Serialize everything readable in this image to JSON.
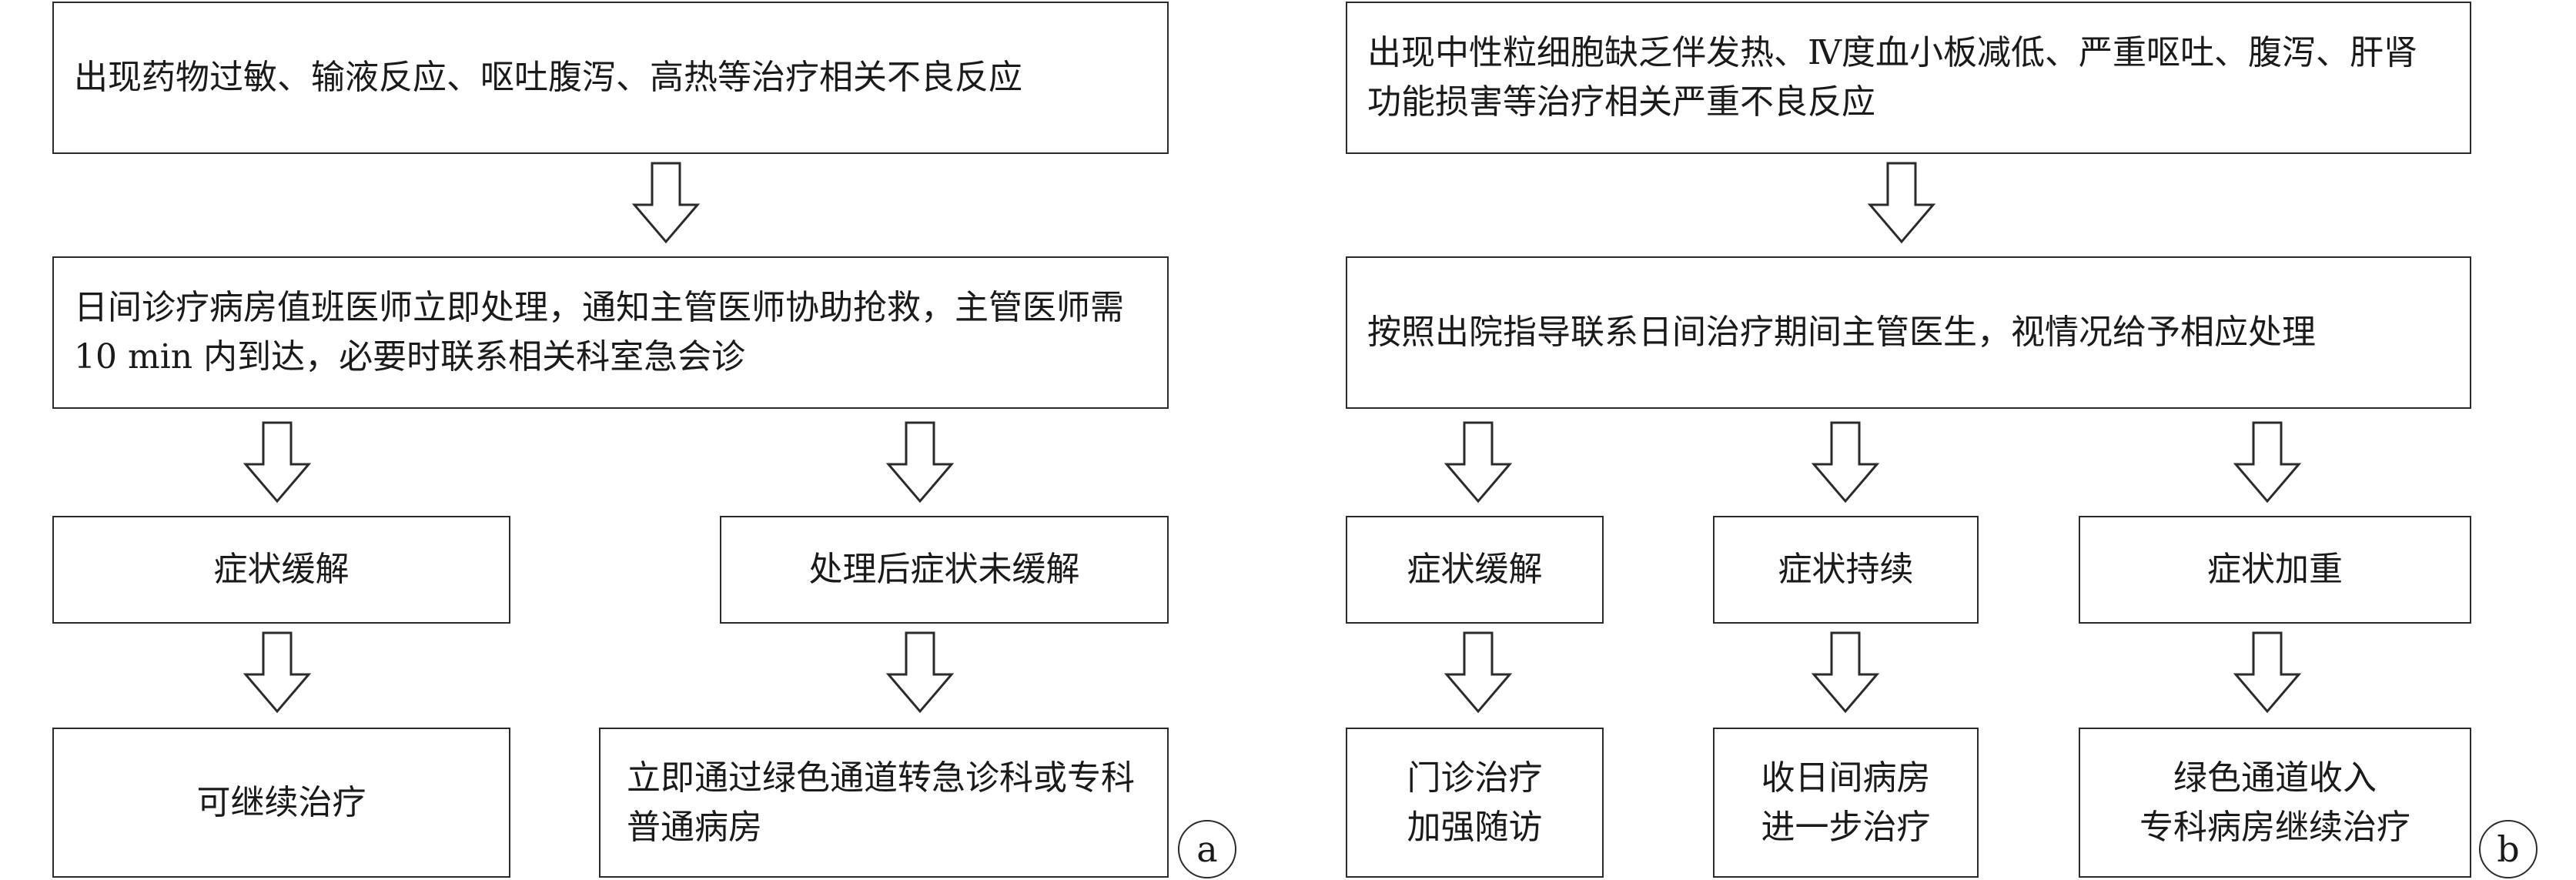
{
  "panel_a": {
    "top": "出现药物过敏、输液反应、呕吐腹泻、高热等治疗相关不良反应",
    "middle": "日间诊疗病房值班医师立即处理，通知主管医师协助抢救，主管医师需 10 min 内到达，必要时联系相关科室急会诊",
    "branches": [
      {
        "symptom": "症状缓解",
        "outcome": "可继续治疗"
      },
      {
        "symptom": "处理后症状未缓解",
        "outcome": "立即通过绿色通道转急诊科或专科普通病房"
      }
    ],
    "label": "a"
  },
  "panel_b": {
    "top": "出现中性粒细胞缺乏伴发热、Ⅳ度血小板减低、严重呕吐、腹泻、肝肾功能损害等治疗相关严重不良反应",
    "middle": "按照出院指导联系日间治疗期间主管医生，视情况给予相应处理",
    "branches": [
      {
        "symptom": "症状缓解",
        "outcome_lines": [
          "门诊治疗",
          "加强随访"
        ]
      },
      {
        "symptom": "症状持续",
        "outcome_lines": [
          "收日间病房",
          "进一步治疗"
        ]
      },
      {
        "symptom": "症状加重",
        "outcome_lines": [
          "绿色通道收入",
          "专科病房继续治疗"
        ]
      }
    ],
    "label": "b"
  }
}
